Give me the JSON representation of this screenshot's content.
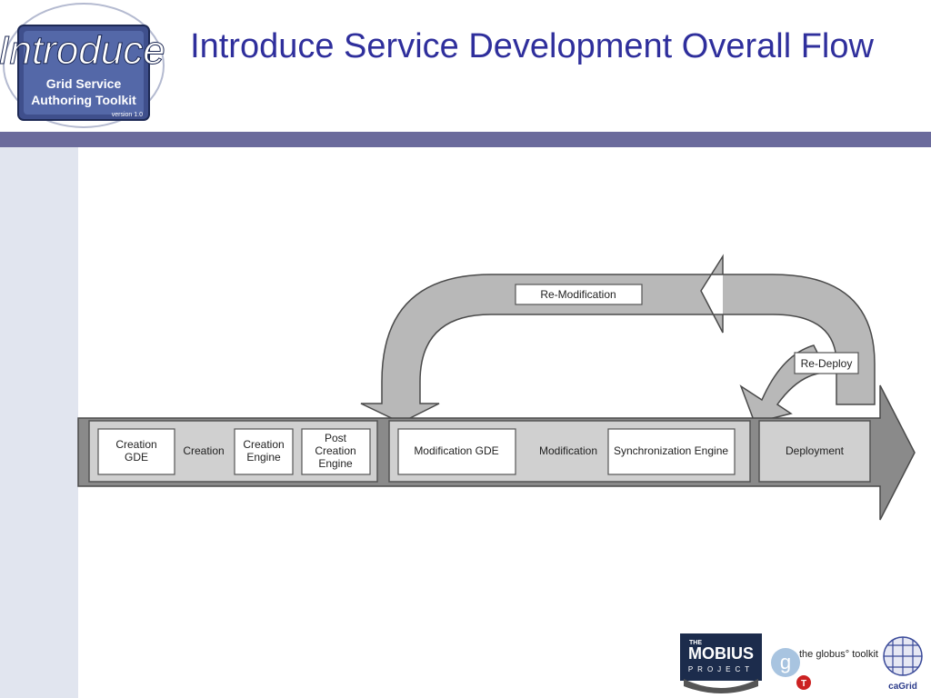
{
  "slide": {
    "title": "Introduce Service Development Overall Flow"
  },
  "logo": {
    "script_text": "Introduce",
    "line1": "Grid Service",
    "line2": "Authoring Toolkit",
    "version": "version 1.0"
  },
  "diagram": {
    "top_arrow_label": "Re-Modification",
    "right_arrow_label": "Re-Deploy",
    "phase_creation": "Creation",
    "phase_modification": "Modification",
    "box_creation_gde_1": "Creation",
    "box_creation_gde_2": "GDE",
    "box_creation_engine_1": "Creation",
    "box_creation_engine_2": "Engine",
    "box_post_1": "Post",
    "box_post_2": "Creation",
    "box_post_3": "Engine",
    "box_modification_gde": "Modification GDE",
    "box_sync_engine": "Synchronization Engine",
    "box_deployment": "Deployment"
  },
  "footer": {
    "mobius_line1": "THE",
    "mobius_line2": "MOBIUS",
    "mobius_line3": "PROJECT",
    "globus_g": "g",
    "globus_t": "T",
    "globus_text": "the globus° toolkit",
    "cagrid_text": "caGrid"
  },
  "colors": {
    "title": "#2f2f9c",
    "divider": "#6b6b9c",
    "sidebar": "#e1e5ef",
    "arrow_gray": "#b8b8b8",
    "box_gray": "#d0d0d0"
  }
}
